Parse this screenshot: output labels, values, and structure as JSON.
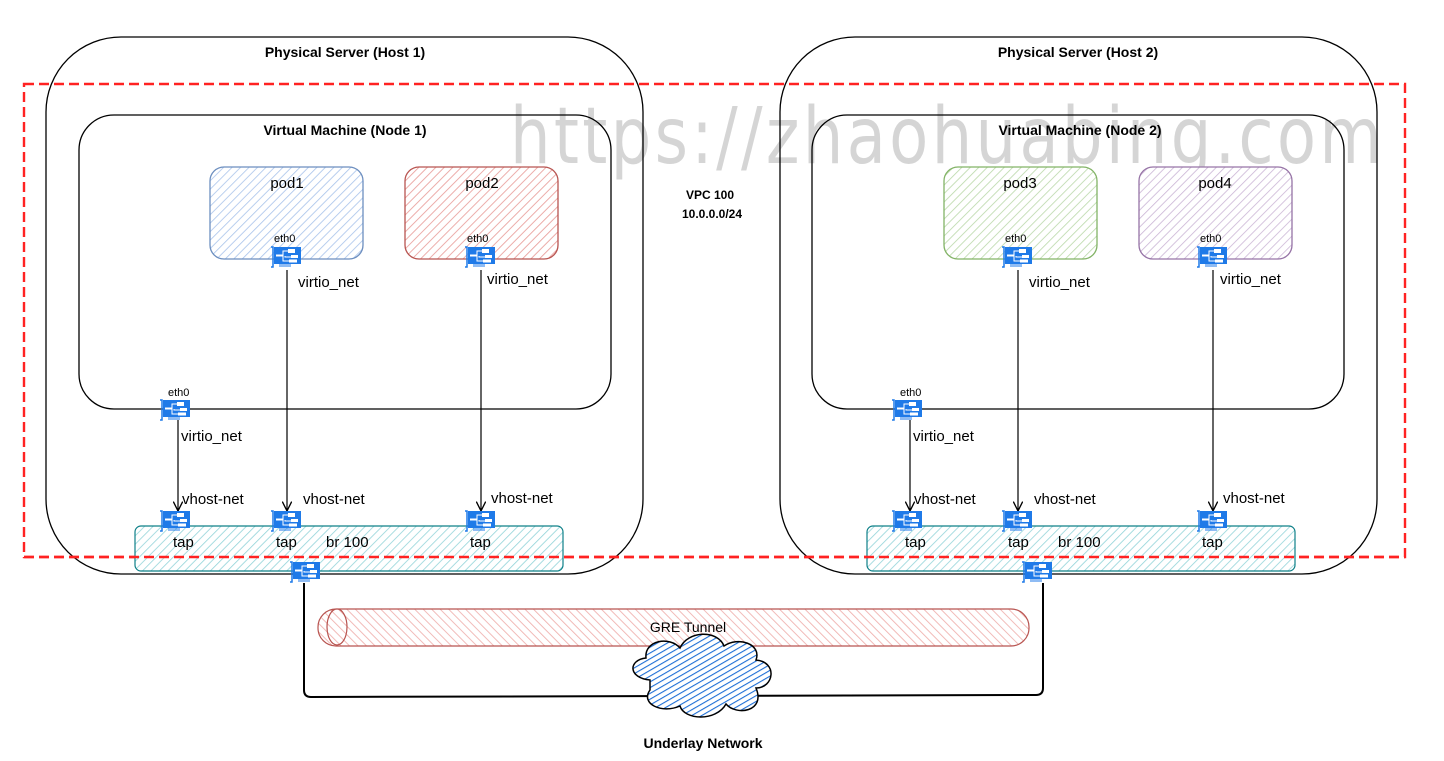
{
  "watermark": "https://zhaohuabing.com",
  "vpc": {
    "name": "VPC 100",
    "cidr": "10.0.0.0/24"
  },
  "hosts": [
    {
      "title": "Physical Server (Host 1)",
      "vm_title": "Virtual Machine (Node 1)",
      "pods": [
        {
          "name": "pod1",
          "nic": "eth0",
          "driver": "virtio_net",
          "color": "#dae8fc",
          "stroke": "#6c8ebf"
        },
        {
          "name": "pod2",
          "nic": "eth0",
          "driver": "virtio_net",
          "color": "#f8cecc",
          "stroke": "#b85450"
        }
      ],
      "vm_nic": {
        "label": "eth0",
        "driver": "virtio_net"
      },
      "taps": [
        {
          "backend": "vhost-net",
          "label": "tap"
        },
        {
          "backend": "vhost-net",
          "label": "tap"
        },
        {
          "backend": "vhost-net",
          "label": "tap"
        }
      ],
      "bridge": "br 100"
    },
    {
      "title": "Physical Server (Host 2)",
      "vm_title": "Virtual Machine (Node 2)",
      "pods": [
        {
          "name": "pod3",
          "nic": "eth0",
          "driver": "virtio_net",
          "color": "#d5e8d4",
          "stroke": "#82b366"
        },
        {
          "name": "pod4",
          "nic": "eth0",
          "driver": "virtio_net",
          "color": "#e1d5e7",
          "stroke": "#9673a6"
        }
      ],
      "vm_nic": {
        "label": "eth0",
        "driver": "virtio_net"
      },
      "taps": [
        {
          "backend": "vhost-net",
          "label": "tap"
        },
        {
          "backend": "vhost-net",
          "label": "tap"
        },
        {
          "backend": "vhost-net",
          "label": "tap"
        }
      ],
      "bridge": "br 100"
    }
  ],
  "tunnel": {
    "label": "GRE Tunnel",
    "color": "#f8cecc",
    "stroke": "#b85450"
  },
  "underlay": {
    "label": "Underlay Network",
    "color": "#0066cc"
  },
  "colors": {
    "vpc_border": "#ff0000",
    "nic": "#1f7ae8",
    "bridge_fill": "#b0e3e6",
    "bridge_stroke": "#0e8088"
  }
}
